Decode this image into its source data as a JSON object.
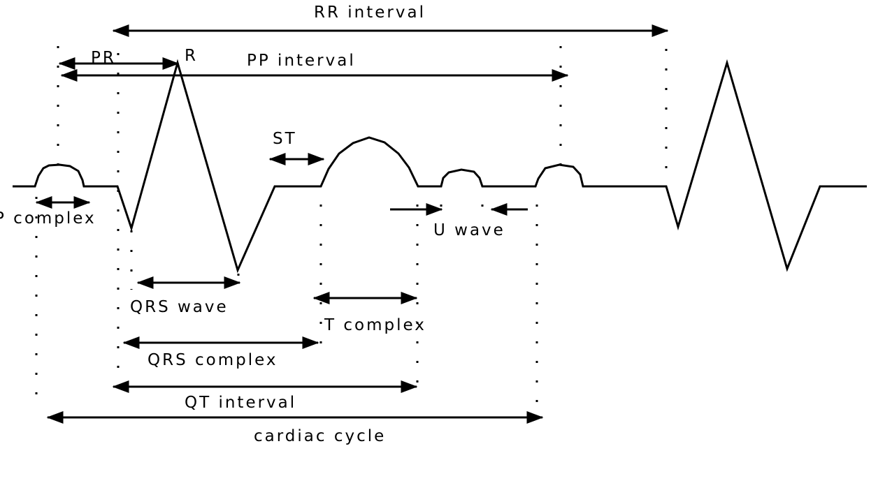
{
  "diagram": {
    "title": "ECG waveform intervals",
    "colors": {
      "line": "#000000",
      "background": "#ffffff"
    },
    "labels": {
      "rr_interval": "RR interval",
      "pr": "PR",
      "r": "R",
      "pp_interval": "PP interval",
      "st": "ST",
      "p_complex": "P complex",
      "u_wave": "U wave",
      "qrs_wave": "QRS wave",
      "t_complex": "T complex",
      "qrs_complex": "QRS complex",
      "qt_interval": "QT interval",
      "cardiac_cycle": "cardiac cycle"
    }
  }
}
